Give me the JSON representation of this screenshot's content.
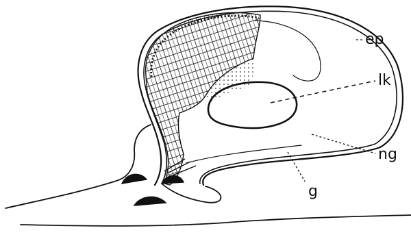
{
  "labels": {
    "ep": "ep",
    "lk": "lk",
    "ng": "ng",
    "g": "g"
  }
}
